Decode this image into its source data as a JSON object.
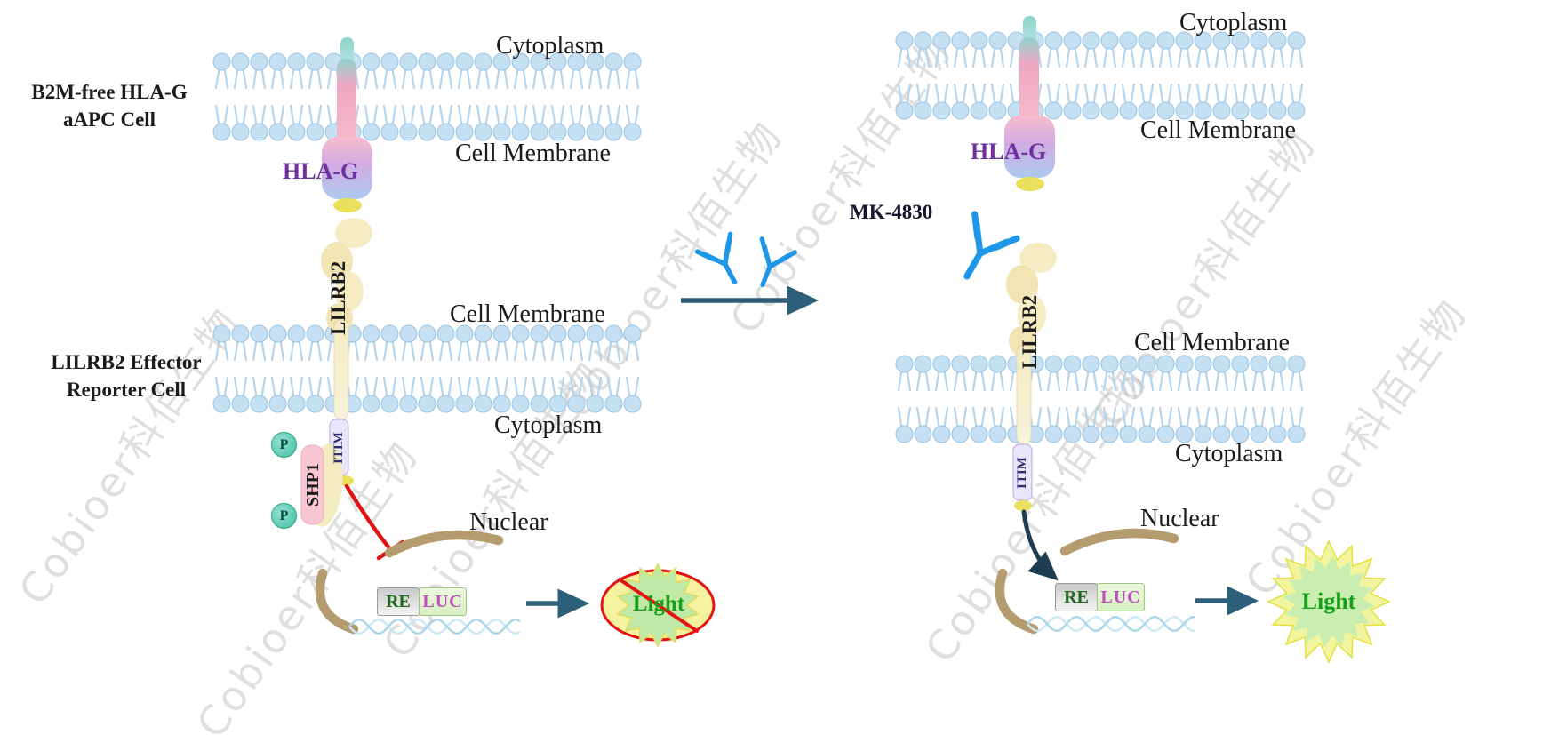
{
  "colors": {
    "membrane": "#c6e0f3",
    "antibody_blue": "#1f97e8",
    "inhibition_red": "#e01212",
    "arrow_teal": "#2e5f7a",
    "hla_g_label": "#7030a0",
    "light_green": "#17a017",
    "nucleus_tan": "#b49c6e"
  },
  "watermark": {
    "text": "Cobioer科佰生物"
  },
  "left": {
    "cell_title_line1": "B2M-free HLA-G",
    "cell_title_line2": "aAPC Cell",
    "cytoplasm_top": "Cytoplasm",
    "cell_membrane_top": "Cell Membrane",
    "hla_g": "HLA-G",
    "lilrb2": "LILRB2",
    "cell_membrane_mid": "Cell Membrane",
    "reporter_title_line1": "LILRB2 Effector",
    "reporter_title_line2": "Reporter Cell",
    "cytoplasm_bottom": "Cytoplasm",
    "itim": "ITIM",
    "shp1": "SHP1",
    "phosphate": "P",
    "nuclear": "Nuclear",
    "re": "RE",
    "luc": "LUC",
    "light": "Light"
  },
  "right": {
    "cytoplasm_top": "Cytoplasm",
    "cell_membrane_top": "Cell Membrane",
    "hla_g": "HLA-G",
    "mk4830": "MK-4830",
    "lilrb2": "LILRB2",
    "cell_membrane_mid": "Cell Membrane",
    "cytoplasm_bottom": "Cytoplasm",
    "itim": "ITIM",
    "nuclear": "Nuclear",
    "re": "RE",
    "luc": "LUC",
    "light": "Light"
  }
}
